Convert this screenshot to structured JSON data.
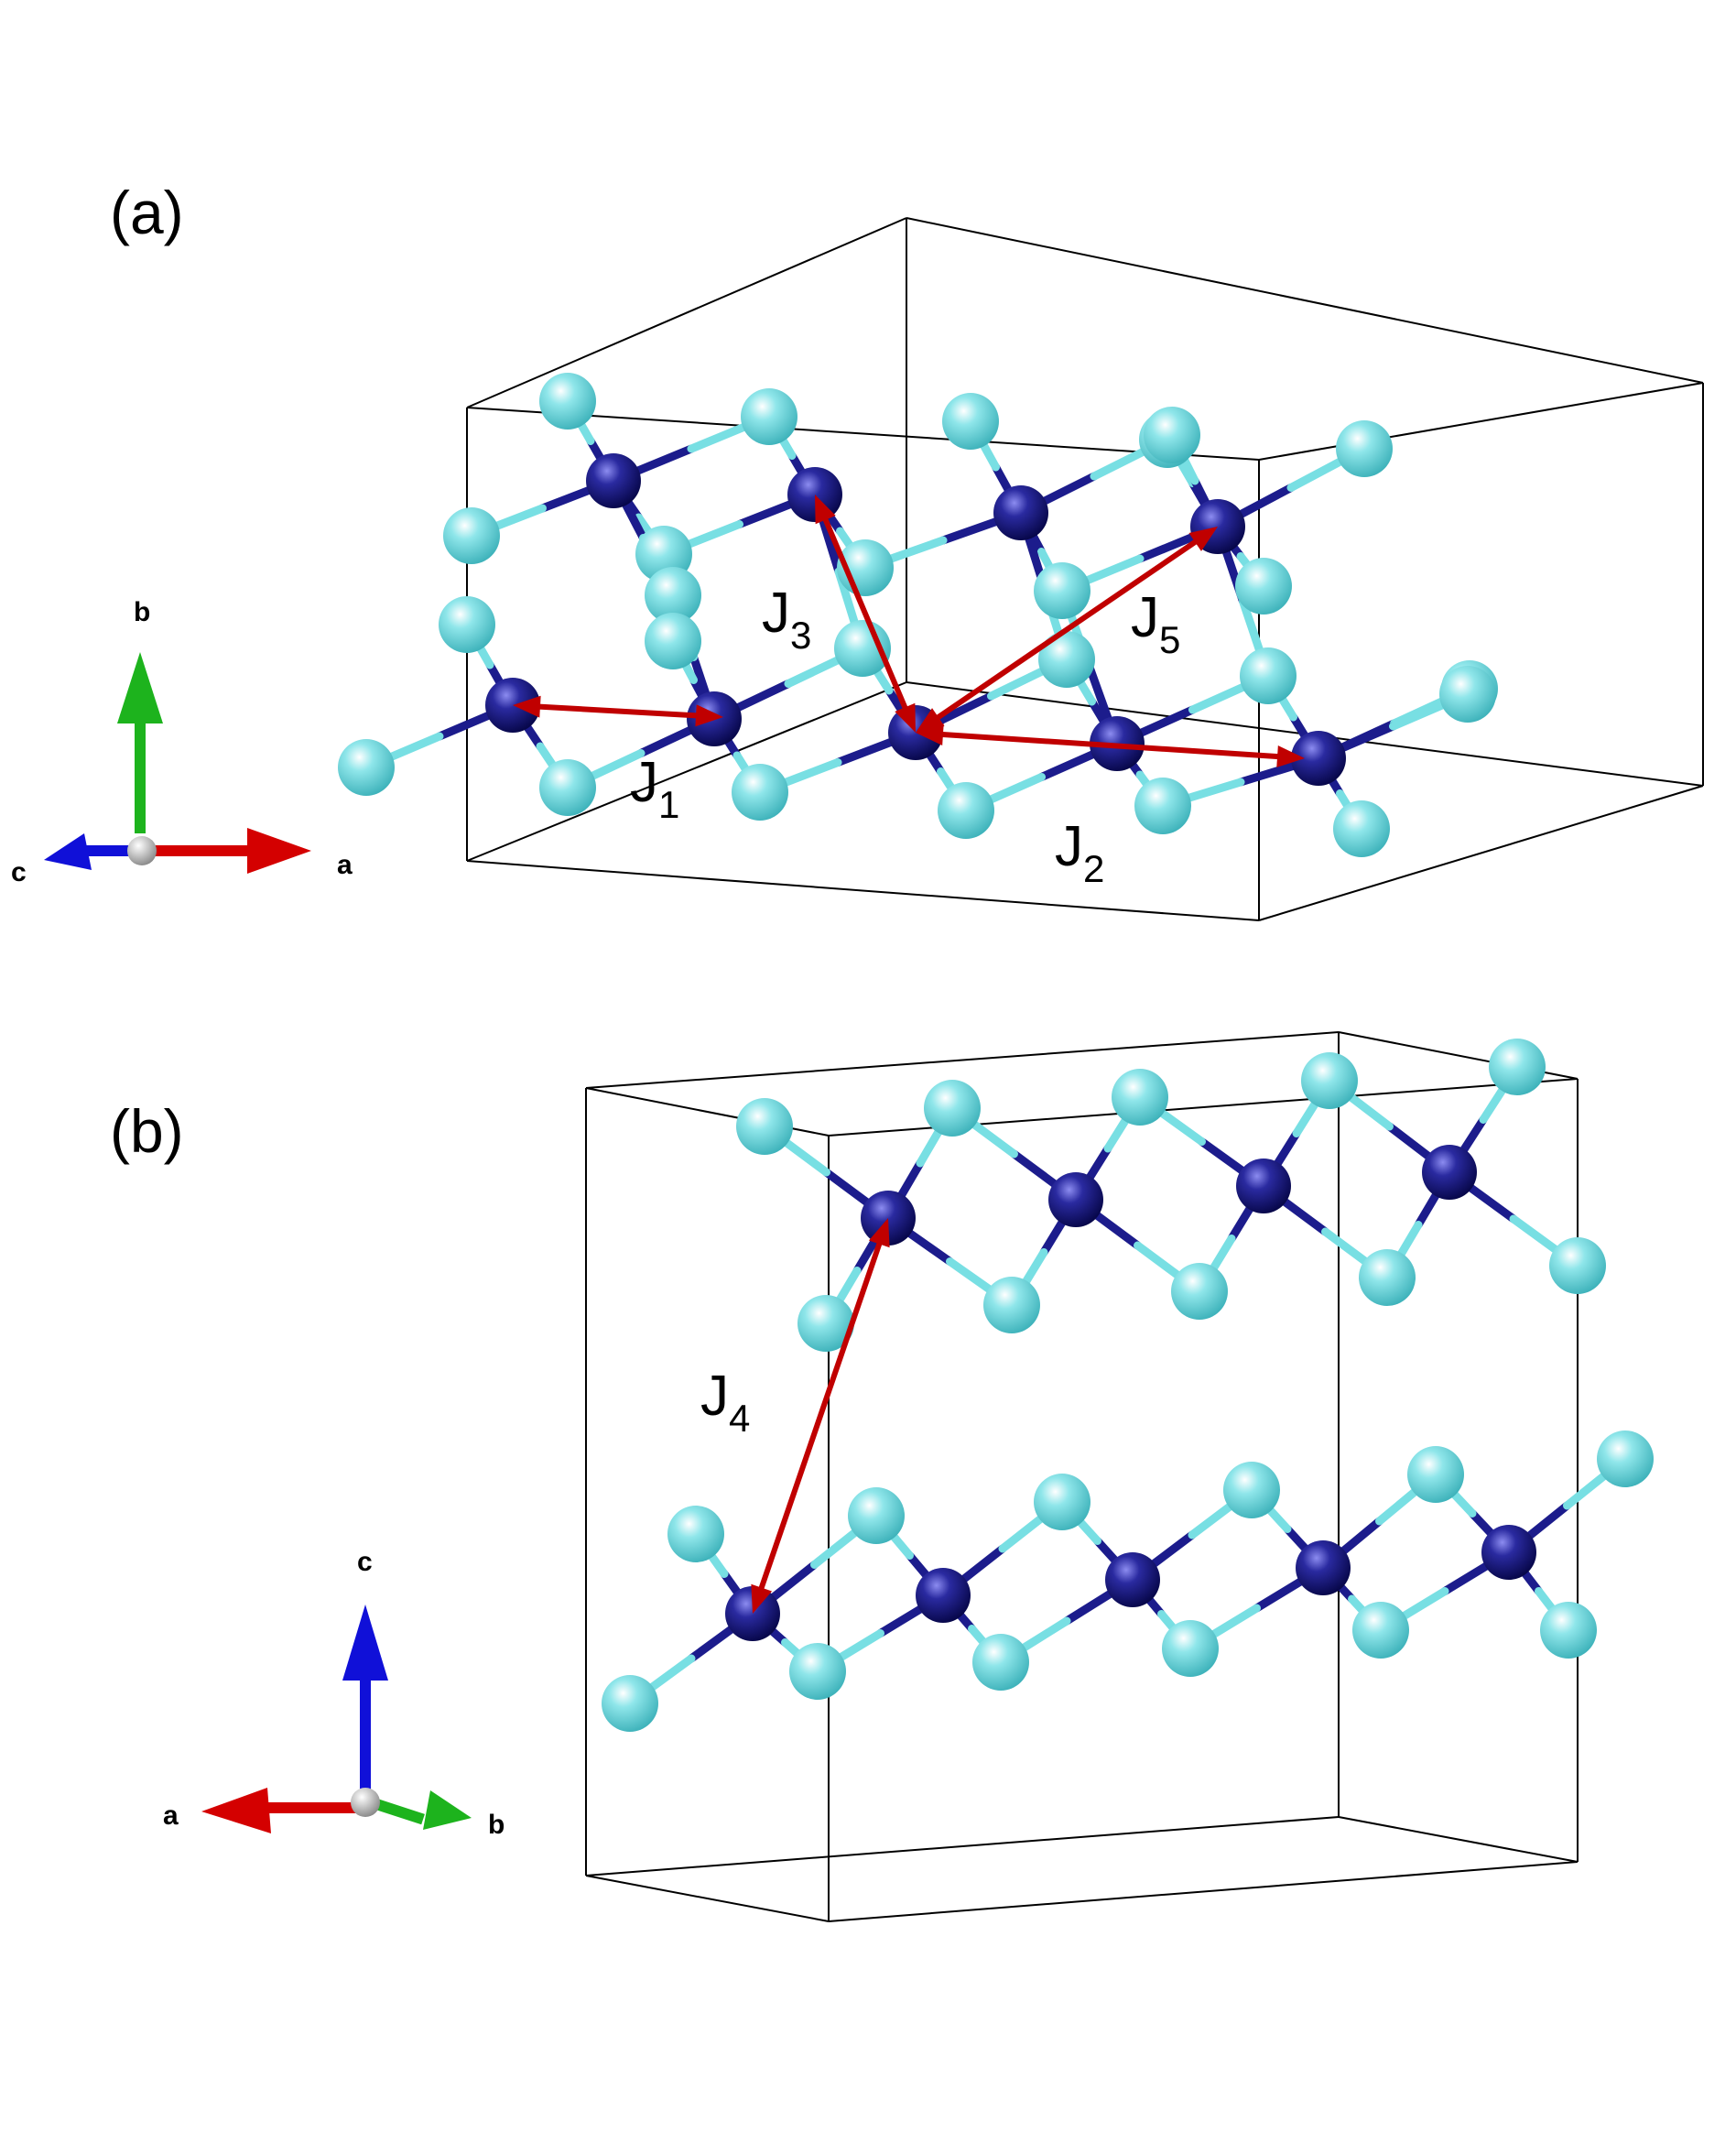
{
  "figure": {
    "panels": [
      {
        "id": "a",
        "label": "(a)",
        "axes": {
          "vertical": "b",
          "right": "a",
          "left": "c"
        },
        "exchange_labels": [
          {
            "main": "J",
            "sub": "1"
          },
          {
            "main": "J",
            "sub": "2"
          },
          {
            "main": "J",
            "sub": "3"
          },
          {
            "main": "J",
            "sub": "5"
          }
        ]
      },
      {
        "id": "b",
        "label": "(b)",
        "axes": {
          "vertical": "c",
          "left": "a",
          "right": "b"
        },
        "exchange_labels": [
          {
            "main": "J",
            "sub": "4"
          }
        ]
      }
    ],
    "colors": {
      "metal_atom": "#15157a",
      "ligand_atom": "#5fd6dc",
      "bond_metal": "#1c1c8c",
      "bond_ligand": "#78dfe3",
      "exchange_arrow": "#c00000",
      "cell_edge": "#000000",
      "axis_a": "#d40000",
      "axis_b": "#1db31d",
      "axis_c": "#1010d8",
      "axis_origin": "#bdbdbd"
    }
  }
}
